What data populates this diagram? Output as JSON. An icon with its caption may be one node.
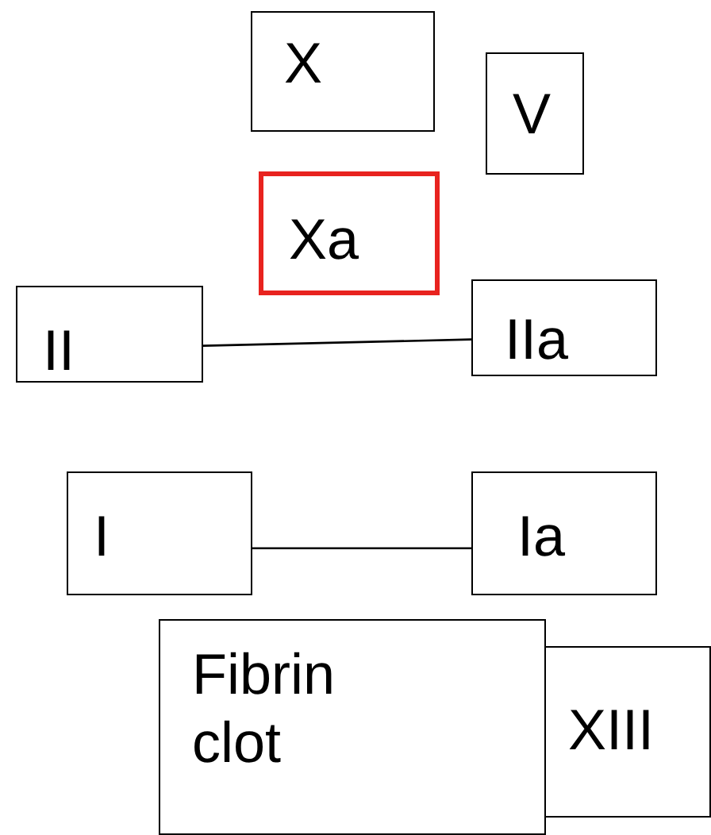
{
  "diagram": {
    "nodes": [
      {
        "text": [
          "X"
        ]
      },
      {
        "text": [
          "V"
        ]
      },
      {
        "text": [
          "Xa"
        ]
      },
      {
        "text": [
          "II"
        ]
      },
      {
        "text": [
          "IIa"
        ]
      },
      {
        "text": [
          "I"
        ]
      },
      {
        "text": [
          "Ia"
        ]
      },
      {
        "text": [
          "Fibrin clot"
        ]
      },
      {
        "text": [
          "XIII"
        ]
      }
    ],
    "edges": [
      {
        "from": 3,
        "to": 4,
        "arrow": "none"
      },
      {
        "from": 5,
        "to": 6,
        "arrow": "none"
      }
    ]
  }
}
